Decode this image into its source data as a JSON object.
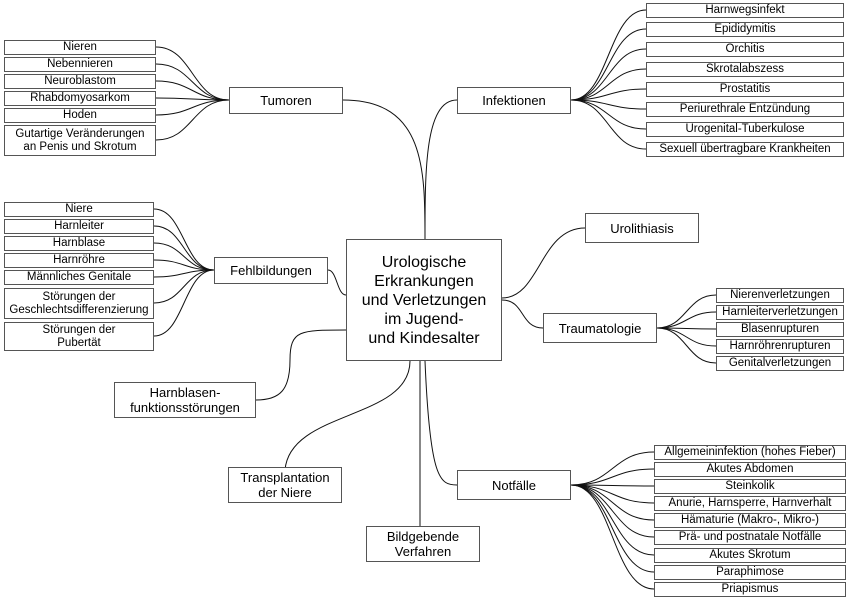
{
  "center": "Urologische\nErkrankungen\nund Verletzungen\nim Jugend-\nund Kindesalter",
  "branches": {
    "tumoren": {
      "label": "Tumoren",
      "items": [
        "Nieren",
        "Nebennieren",
        "Neuroblastom",
        "Rhabdomyosarkom",
        "Hoden",
        "Gutartige Veränderungen\nan Penis und Skrotum"
      ]
    },
    "infektionen": {
      "label": "Infektionen",
      "items": [
        "Harnwegsinfekt",
        "Epididymitis",
        "Orchitis",
        "Skrotalabszess",
        "Prostatitis",
        "Periurethrale Entzündung",
        "Urogenital-Tuberkulose",
        "Sexuell übertragbare Krankheiten"
      ]
    },
    "fehlbildungen": {
      "label": "Fehlbildungen",
      "items": [
        "Niere",
        "Harnleiter",
        "Harnblase",
        "Harnröhre",
        "Männliches Genitale",
        "Störungen der\nGeschlechtsdifferenzierung",
        "Störungen der\nPubertät"
      ]
    },
    "urolithiasis": {
      "label": "Urolithiasis"
    },
    "traumatologie": {
      "label": "Traumatologie",
      "items": [
        "Nierenverletzungen",
        "Harnleiterverletzungen",
        "Blasenrupturen",
        "Harnröhrenrupturen",
        "Genitalverletzungen"
      ]
    },
    "harnblasen": {
      "label": "Harnblasen-\nfunktionsstörungen"
    },
    "transplantation": {
      "label": "Transplantation\nder Niere"
    },
    "bildgebende": {
      "label": "Bildgebende\nVerfahren"
    },
    "notfaelle": {
      "label": "Notfälle",
      "items": [
        "Allgemeininfektion (hohes Fieber)",
        "Akutes Abdomen",
        "Steinkolik",
        "Anurie, Harnsperre, Harnverhalt",
        "Hämaturie (Makro-, Mikro-)",
        "Prä- und postnatale Notfälle",
        "Akutes Skrotum",
        "Paraphimose",
        "Priapismus"
      ]
    }
  }
}
